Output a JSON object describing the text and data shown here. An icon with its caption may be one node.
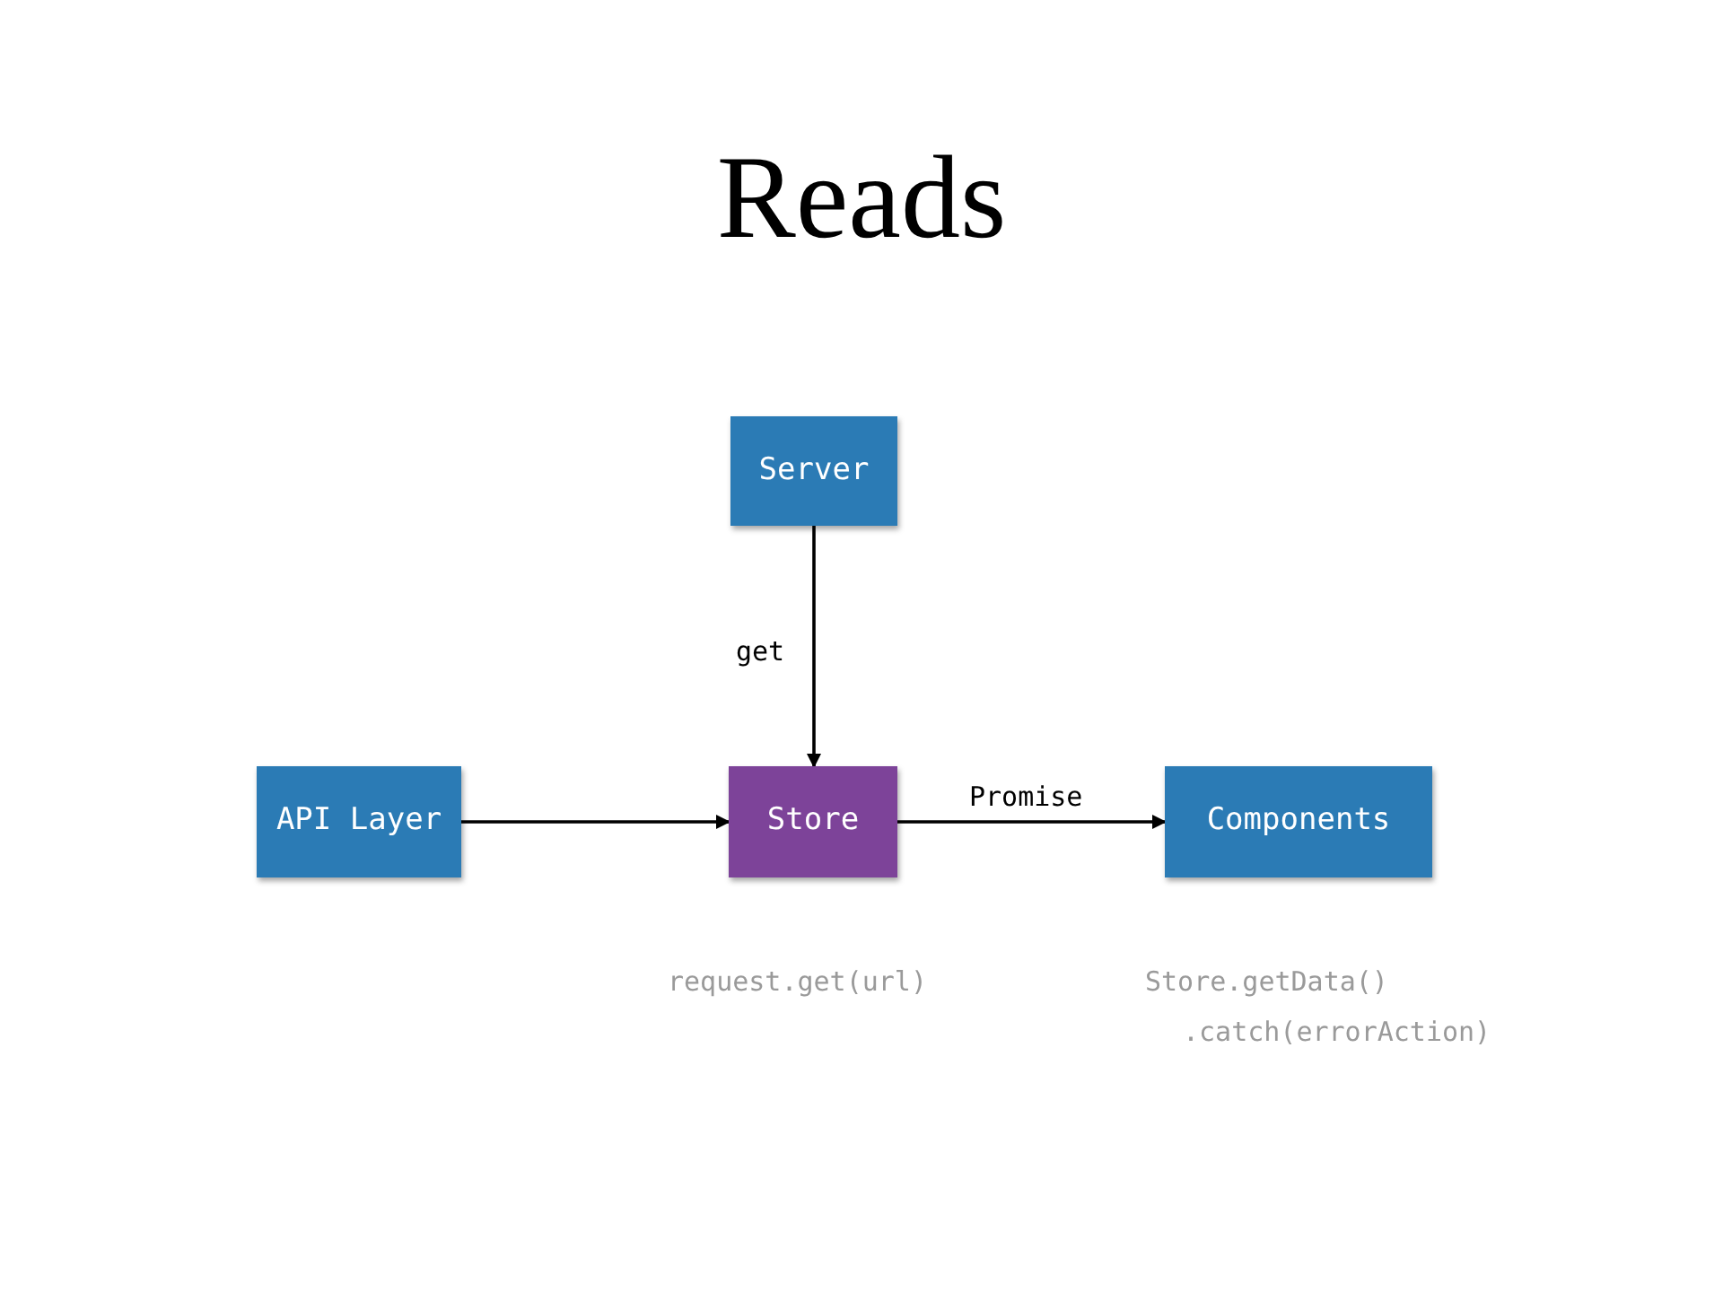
{
  "diagram": {
    "title": "Reads",
    "nodes": [
      {
        "text": [
          "Server"
        ]
      },
      {
        "text": [
          "API Layer"
        ]
      },
      {
        "text": [
          "Store"
        ]
      },
      {
        "text": [
          "Components"
        ]
      }
    ],
    "edges": [
      {
        "from": 0,
        "to": 2,
        "arrow": "to",
        "label": "get"
      },
      {
        "from": 1,
        "to": 2,
        "arrow": "to"
      },
      {
        "from": 2,
        "to": 3,
        "arrow": "to",
        "label": "Promise"
      }
    ],
    "labels": [
      "request.get(url)",
      "Store.getData()",
      ".catch(errorAction)"
    ]
  }
}
